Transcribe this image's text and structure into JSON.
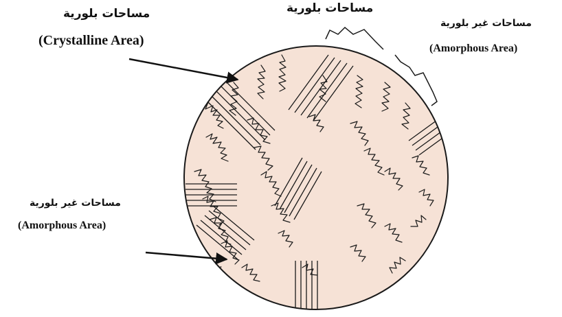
{
  "labels": {
    "crystalline_top_ar": "مساحات بلورية",
    "crystalline_top_en": "(Crystalline Area)",
    "crystalline_center_ar": "مساحات بلورية",
    "amorphous_right_ar": "مساحات غير بلورية",
    "amorphous_right_en": "(Amorphous Area)",
    "amorphous_left_ar": "مساحات غير بلورية",
    "amorphous_left_en": "(Amorphous Area)"
  },
  "colors": {
    "circle_fill": "#f6e2d6",
    "line": "#1a1a1a",
    "text": "#111111"
  }
}
